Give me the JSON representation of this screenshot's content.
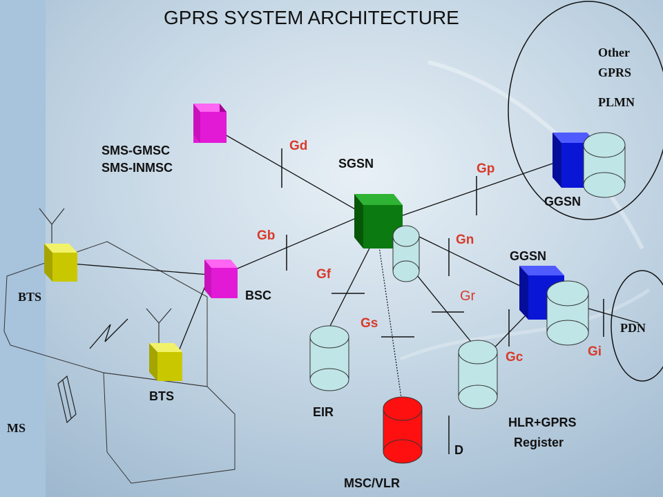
{
  "title": "GPRS SYSTEM ARCHITECTURE",
  "colors": {
    "magenta": "#e21ad6",
    "green": "#0b7a10",
    "blue": "#0a16d6",
    "yellow": "#c9c800",
    "cylinder_fill": "#bfe5e6",
    "cylinder_red": "#ff1010",
    "interface_label": "#d83a2a",
    "text": "#111111",
    "left_bar": "#a8c3dc"
  },
  "labels": {
    "sms_gmsc": "SMS-GMSC",
    "sms_inmsc": "SMS-INMSC",
    "sgsn": "SGSN",
    "ggsn_top": "GGSN",
    "ggsn_mid": "GGSN",
    "other": "Other",
    "gprs": "GPRS",
    "plmn": "PLMN",
    "pdn": "PDN",
    "bts_left": "BTS",
    "bts_bottom": "BTS",
    "bsc": "BSC",
    "ms": "MS",
    "eir": "EIR",
    "msc_vlr": "MSC/VLR",
    "hlr_line1": "HLR+GPRS",
    "hlr_line2": "Register",
    "d": "D"
  },
  "interfaces": {
    "gd": "Gd",
    "gp": "Gp",
    "gb": "Gb",
    "gn": "Gn",
    "gf": "Gf",
    "gr": "Gr",
    "gs": "Gs",
    "gc": "Gc",
    "gi": "Gi"
  }
}
